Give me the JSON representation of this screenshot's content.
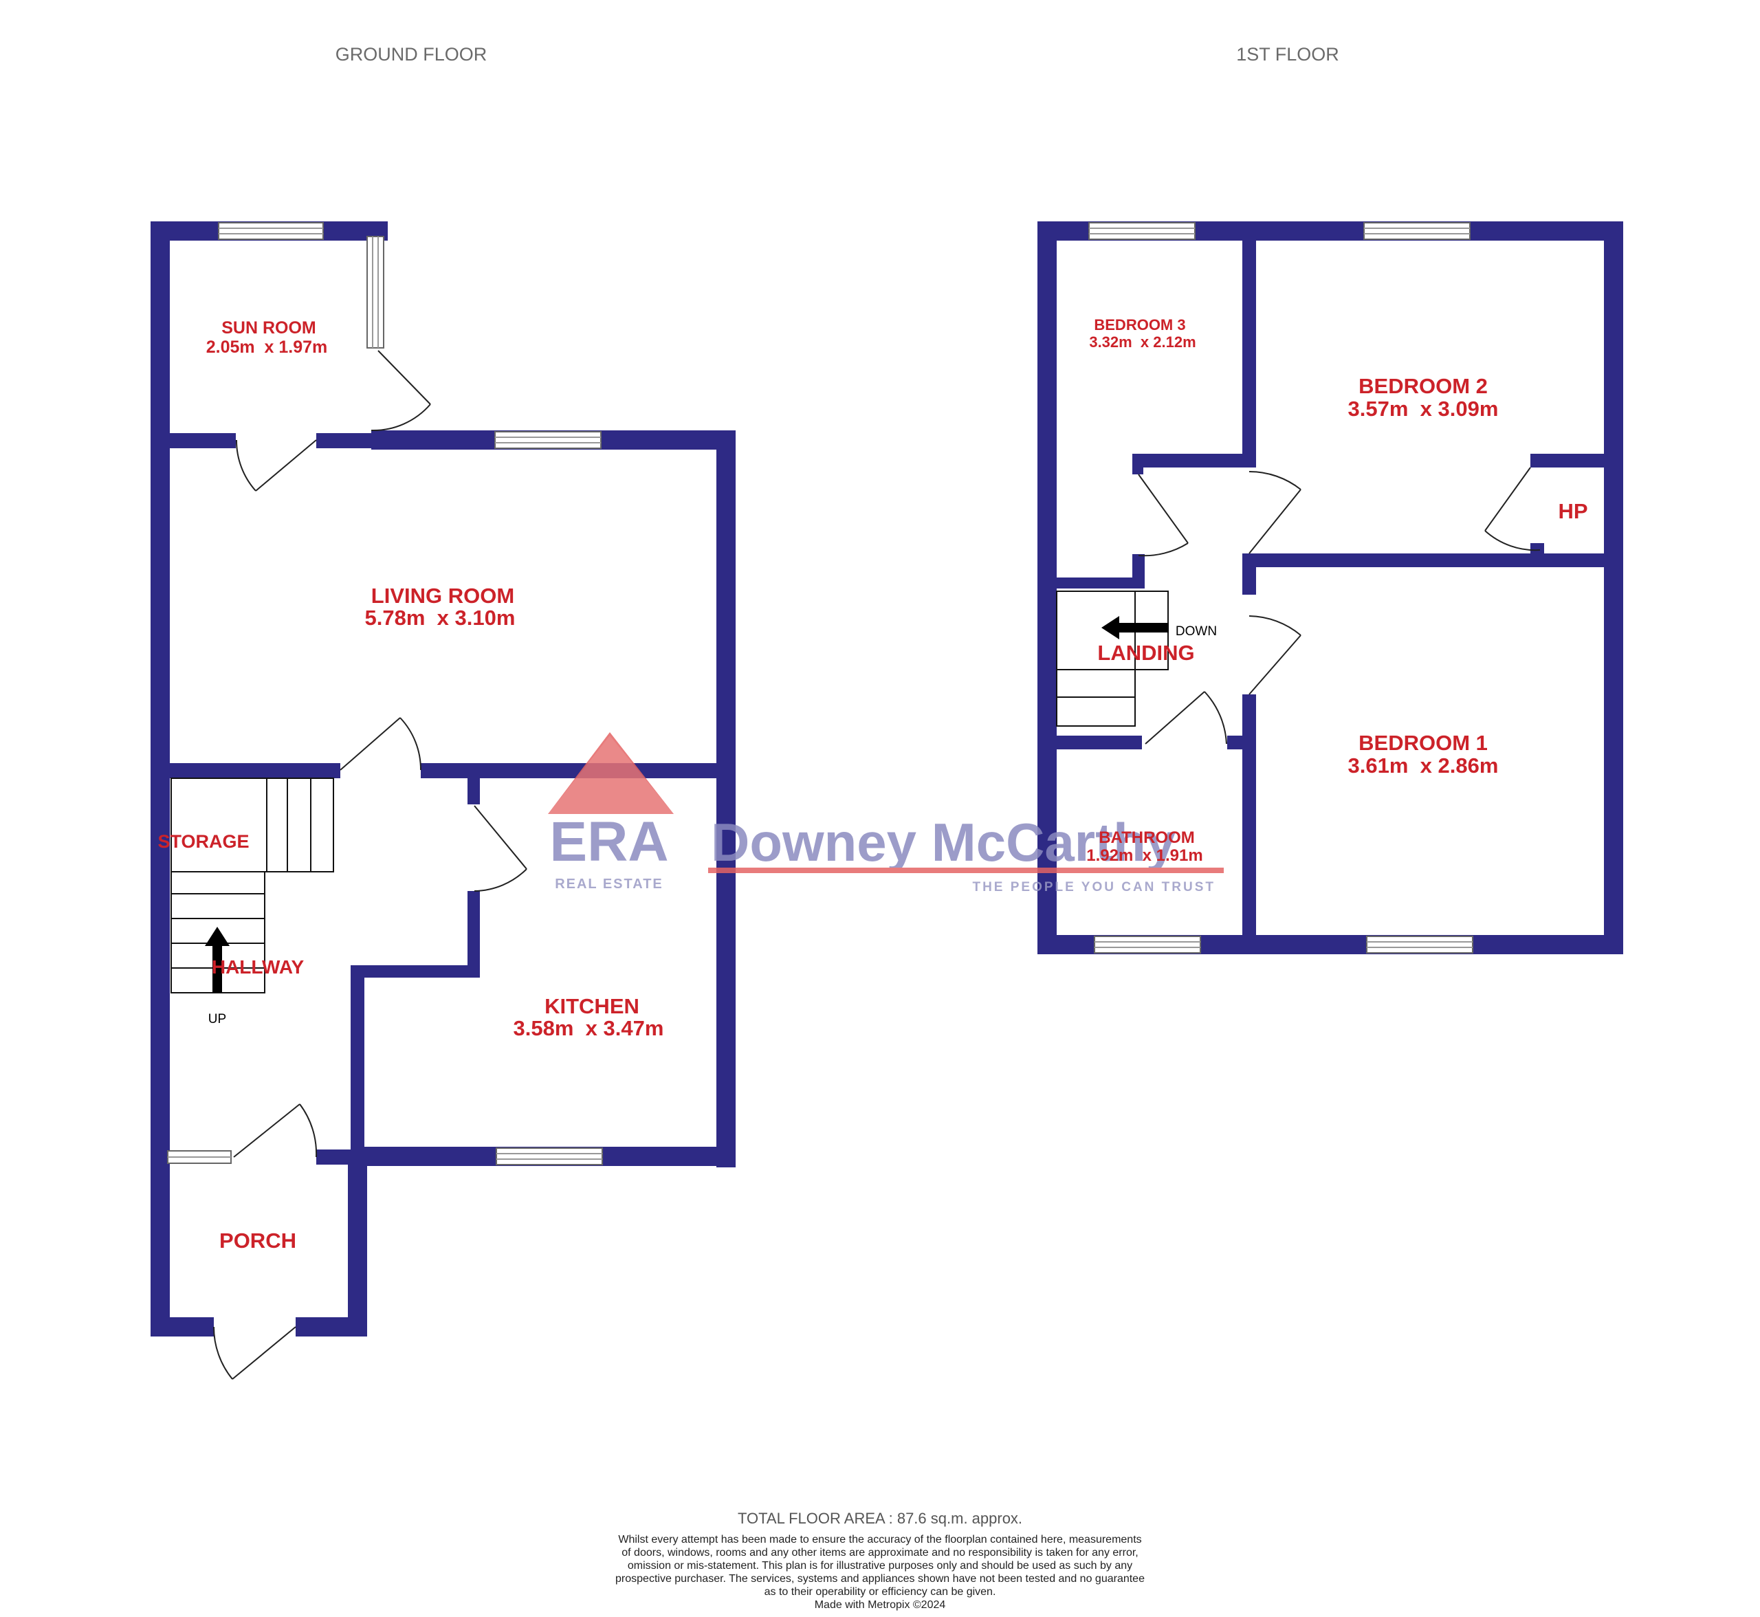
{
  "floors": {
    "ground": "GROUND FLOOR",
    "first": "1ST FLOOR"
  },
  "rooms": {
    "sun_room": {
      "name": "SUN ROOM",
      "size": "2.05m  x 1.97m"
    },
    "living_room": {
      "name": "LIVING ROOM",
      "size": "5.78m  x 3.10m"
    },
    "storage": {
      "name": "STORAGE"
    },
    "hallway": {
      "name": "HALLWAY"
    },
    "kitchen": {
      "name": "KITCHEN",
      "size": "3.58m  x 3.47m"
    },
    "porch": {
      "name": "PORCH"
    },
    "bedroom3": {
      "name": "BEDROOM 3",
      "size": "3.32m  x 2.12m"
    },
    "bedroom2": {
      "name": "BEDROOM 2",
      "size": "3.57m  x 3.09m"
    },
    "hp": {
      "name": "HP"
    },
    "landing": {
      "name": "LANDING"
    },
    "bedroom1": {
      "name": "BEDROOM 1",
      "size": "3.61m  x 2.86m"
    },
    "bathroom": {
      "name": "BATHROOM",
      "size": "1.92m  x 1.91m"
    }
  },
  "stairs": {
    "up": "UP",
    "down": "DOWN"
  },
  "watermark": {
    "brand": "ERA",
    "brand_sub": "REAL ESTATE",
    "agency": "Downey McCarthy",
    "tagline": "THE PEOPLE YOU CAN TRUST"
  },
  "footer": {
    "total_area": "TOTAL FLOOR AREA : 87.6 sq.m. approx.",
    "disclaimer_lines": [
      "Whilst every attempt has been made to ensure the accuracy of the floorplan contained here, measurements",
      "of doors, windows, rooms and any other items are approximate and no responsibility is taken for any error,",
      "omission or mis-statement. This plan is for illustrative purposes only and should be used as such by any",
      "prospective purchaser. The services, systems and appliances shown have not been tested and no guarantee",
      "as to their operability or efficiency can be given.",
      "Made with Metropix ©2024"
    ]
  },
  "colors": {
    "wall": "#2e2a85",
    "label": "#cc2229",
    "watermark_red": "#e05a5a",
    "watermark_blue": "#9a9ac4"
  }
}
